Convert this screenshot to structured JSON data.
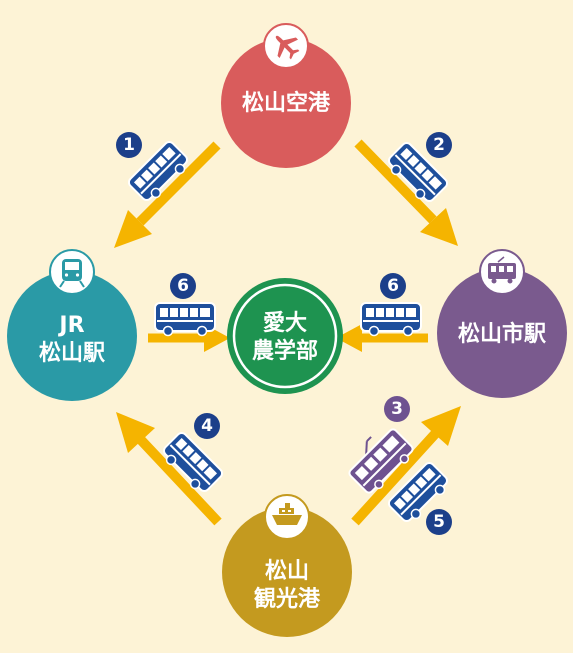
{
  "colors": {
    "background": "#fdf3d6",
    "arrow": "#f5b400",
    "airport": "#d95c5c",
    "jr_station": "#2a9aa6",
    "city_station": "#7a5a8e",
    "port": "#c49a1f",
    "university": "#1e9350",
    "bus": "#1e4f9c",
    "tram": "#6e5290",
    "badge_blue": "#1c3f8a",
    "badge_purple": "#6e5290"
  },
  "nodes": {
    "airport": {
      "label": "松山空港",
      "icon": "airplane-icon"
    },
    "jr_station": {
      "line1": "JR",
      "line2": "松山駅",
      "icon": "train-icon"
    },
    "city_station": {
      "label": "松山市駅",
      "icon": "tram-icon"
    },
    "port": {
      "line1": "松山",
      "line2": "観光港",
      "icon": "ship-icon"
    },
    "university": {
      "line1": "愛大",
      "line2": "農学部"
    }
  },
  "routes": [
    {
      "number": "1",
      "from": "松山空港",
      "to": "JR松山駅",
      "vehicle": "bus"
    },
    {
      "number": "2",
      "from": "松山空港",
      "to": "松山市駅",
      "vehicle": "bus"
    },
    {
      "number": "3",
      "from": "松山観光港",
      "to": "松山市駅",
      "vehicle": "tram"
    },
    {
      "number": "4",
      "from": "松山観光港",
      "to": "JR松山駅",
      "vehicle": "bus"
    },
    {
      "number": "5",
      "from": "松山観光港",
      "to": "松山市駅",
      "vehicle": "bus"
    },
    {
      "number": "6",
      "from": "JR松山駅",
      "to": "愛大農学部",
      "vehicle": "bus"
    },
    {
      "number": "6",
      "from": "松山市駅",
      "to": "愛大農学部",
      "vehicle": "bus"
    }
  ]
}
